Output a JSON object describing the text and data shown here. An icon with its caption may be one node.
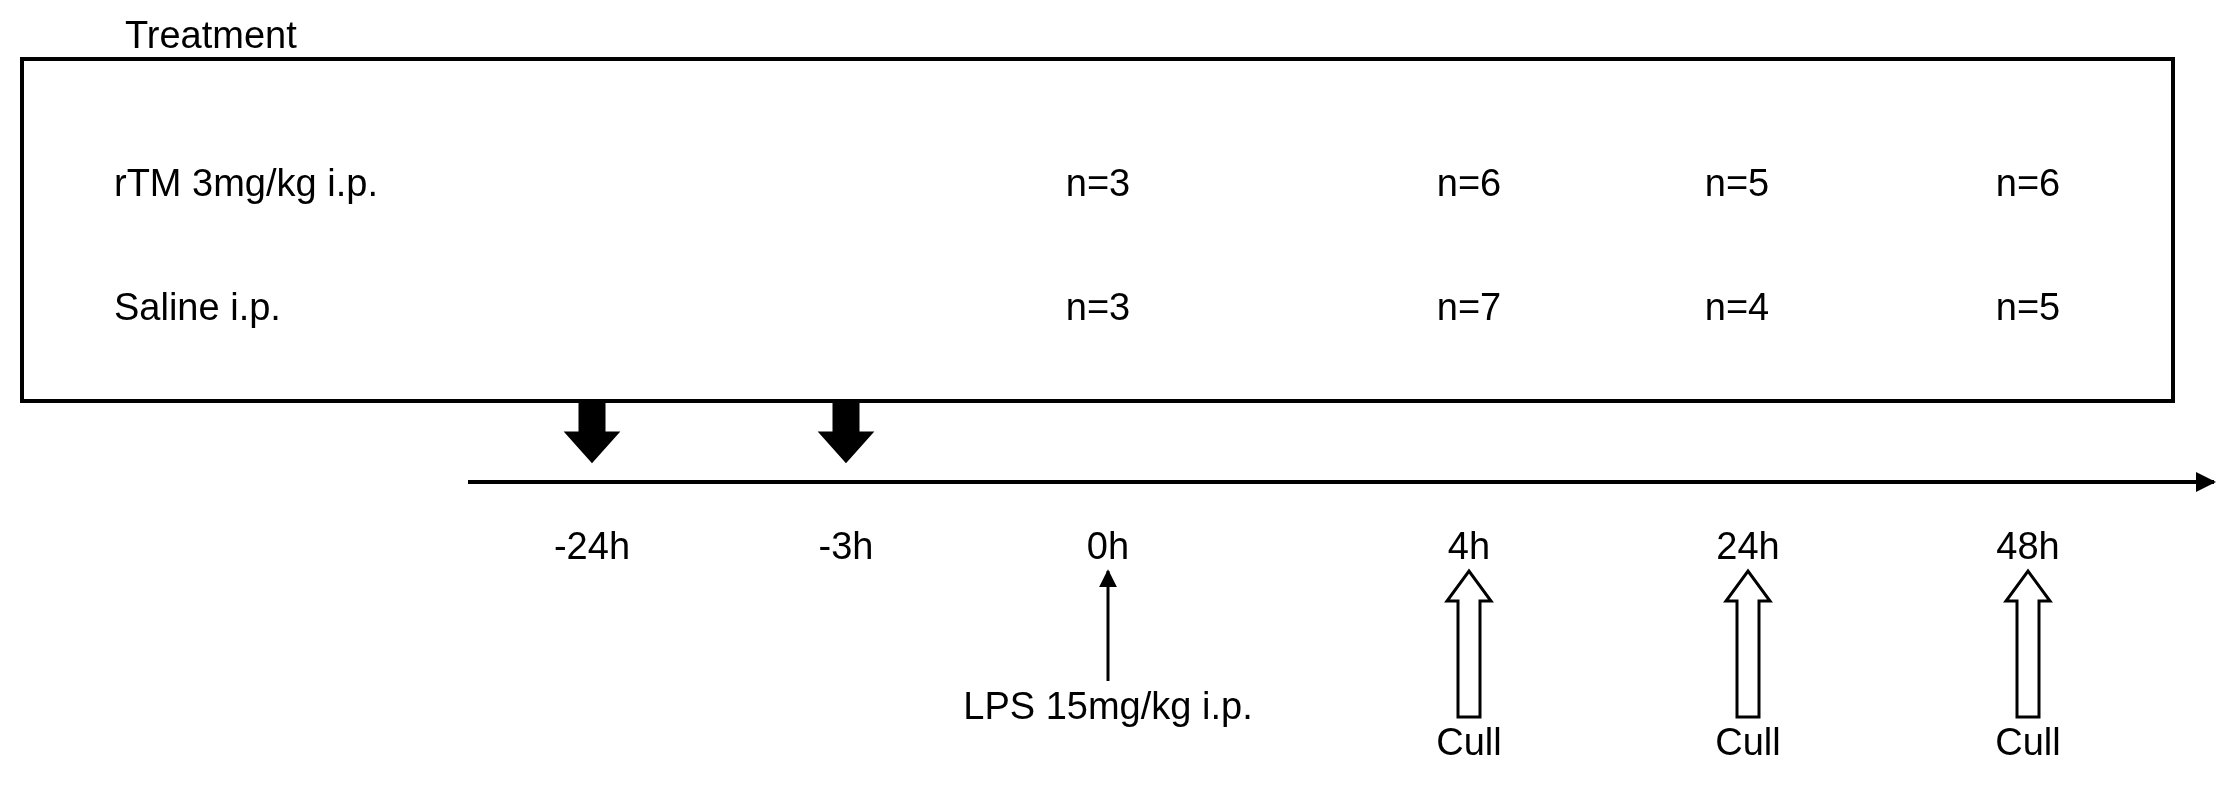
{
  "diagram": {
    "nodes": [
      {
        "text": [
          "Treatment",
          "rTM 3mg/kg i.p.",
          "n=3",
          "n=6",
          "n=5",
          "n=6",
          "Saline i.p.",
          "n=3",
          "n=7",
          "n=4",
          "n=5"
        ]
      },
      {
        "text": [
          "0h"
        ]
      },
      {
        "text": [
          "4h"
        ]
      },
      {
        "text": [
          "24h"
        ]
      },
      {
        "text": [
          "48h"
        ]
      },
      {
        "text": [
          "LPS 15mg/kg i.p."
        ]
      },
      {
        "text": [
          "Cull"
        ]
      },
      {
        "text": [
          "Cull"
        ]
      },
      {
        "text": [
          "Cull"
        ]
      }
    ],
    "edges": [
      {
        "from": 0,
        "to": null,
        "arrow": "to",
        "style": "thick"
      },
      {
        "from": 0,
        "to": null,
        "arrow": "to",
        "style": "thick"
      },
      {
        "from": 5,
        "to": 1,
        "arrow": "to"
      },
      {
        "from": 6,
        "to": 2,
        "arrow": "to"
      },
      {
        "from": 7,
        "to": 3,
        "arrow": "to"
      },
      {
        "from": 8,
        "to": 4,
        "arrow": "to"
      }
    ],
    "labels": [
      "-24h",
      "-3h"
    ]
  }
}
